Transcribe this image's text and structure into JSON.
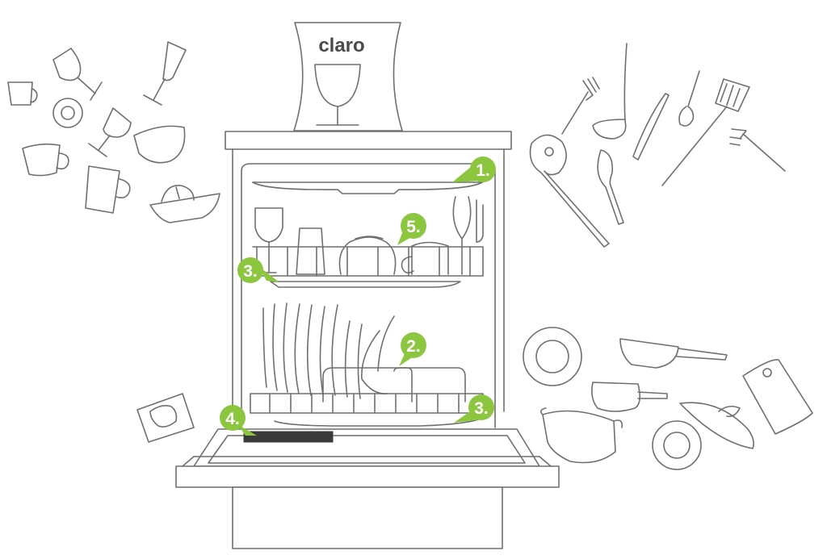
{
  "brand": {
    "label": "claro"
  },
  "accent_color": "#8cc63f",
  "markers": [
    {
      "id": "marker-1",
      "label": "1."
    },
    {
      "id": "marker-5",
      "label": "5."
    },
    {
      "id": "marker-3-upper",
      "label": "3."
    },
    {
      "id": "marker-2",
      "label": "2."
    },
    {
      "id": "marker-3-lower",
      "label": "3."
    },
    {
      "id": "marker-4",
      "label": "4."
    }
  ],
  "icons": {
    "left": [
      "cup-icon",
      "wine-glass-icon",
      "champagne-flute-icon",
      "saucer-icon",
      "mug-icon",
      "bowl-icon",
      "citrus-juicer-icon"
    ],
    "right": [
      "fork-icon",
      "ladle-icon",
      "knife-icon",
      "spoon-icon",
      "spatula-icon",
      "wooden-spoon-icon",
      "plate-icon",
      "frying-pan-icon",
      "saucepan-icon",
      "pot-icon",
      "pot-lid-icon",
      "cutting-board-icon"
    ],
    "product": "detergent-tab-icon"
  }
}
